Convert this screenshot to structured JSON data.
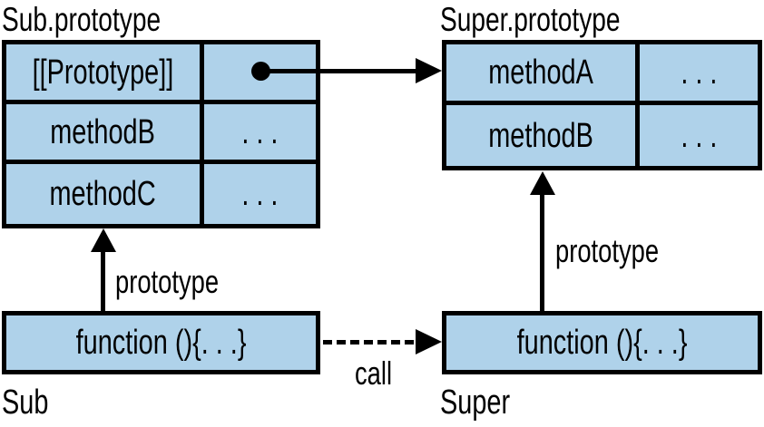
{
  "diagram": {
    "sub_prototype_table": {
      "title": "Sub.prototype",
      "rows": [
        {
          "name": "[[Prototype]]",
          "value": ""
        },
        {
          "name": "methodB",
          "value": ". . ."
        },
        {
          "name": "methodC",
          "value": ". . ."
        }
      ]
    },
    "super_prototype_table": {
      "title": "Super.prototype",
      "rows": [
        {
          "name": "methodA",
          "value": ". . ."
        },
        {
          "name": "methodB",
          "value": ". . ."
        }
      ]
    },
    "sub_function": {
      "label": "function (){. . .}",
      "caption": "Sub"
    },
    "super_function": {
      "label": "function (){. . .}",
      "caption": "Super"
    },
    "arrows": {
      "sub_prototype_label": "prototype",
      "super_prototype_label": "prototype",
      "call_label": "call"
    },
    "colors": {
      "box_fill": "#afd2ea",
      "line": "#000000",
      "background": "#ffffff"
    }
  }
}
